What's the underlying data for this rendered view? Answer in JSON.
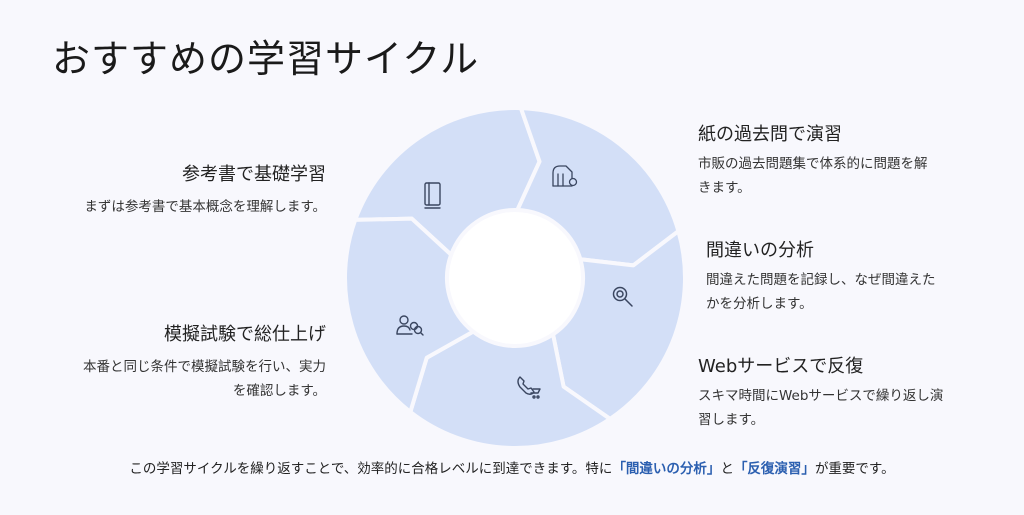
{
  "title": "おすすめの学習サイクル",
  "steps": [
    {
      "title": "参考書で基礎学習",
      "desc": "まずは参考書で基本概念を理解します。",
      "icon": "book-icon"
    },
    {
      "title": "紙の過去問で演習",
      "desc_lines": [
        "市販の過去問題集で体系的に問題を解",
        "きます。"
      ],
      "icon": "school-icon"
    },
    {
      "title": "間違いの分析",
      "desc_lines": [
        "間違えた問題を記録し、なぜ間違えた",
        "かを分析します。"
      ],
      "icon": "magnifier-icon"
    },
    {
      "title": "Webサービスで反復",
      "desc_lines": [
        "スキマ時間にWebサービスで繰り返し演",
        "習します。"
      ],
      "icon": "repeat-cart-icon"
    },
    {
      "title": "模擬試験で総仕上げ",
      "desc_lines": [
        "本番と同じ条件で模擬試験を行い、実力",
        "を確認します。"
      ],
      "icon": "users-search-icon"
    }
  ],
  "footer": {
    "text1": "この学習サイクルを繰り返すことで、効率的に合格レベルに到達できます。特に",
    "hl1": "「間違いの分析」",
    "text2": "と",
    "hl2": "「反復演習」",
    "text3": "が重要です。"
  },
  "colors": {
    "segment": "#d3dff7",
    "segment_stroke": "#e8eefb",
    "icon": "#3a4660",
    "highlight": "#2b5fb0"
  }
}
